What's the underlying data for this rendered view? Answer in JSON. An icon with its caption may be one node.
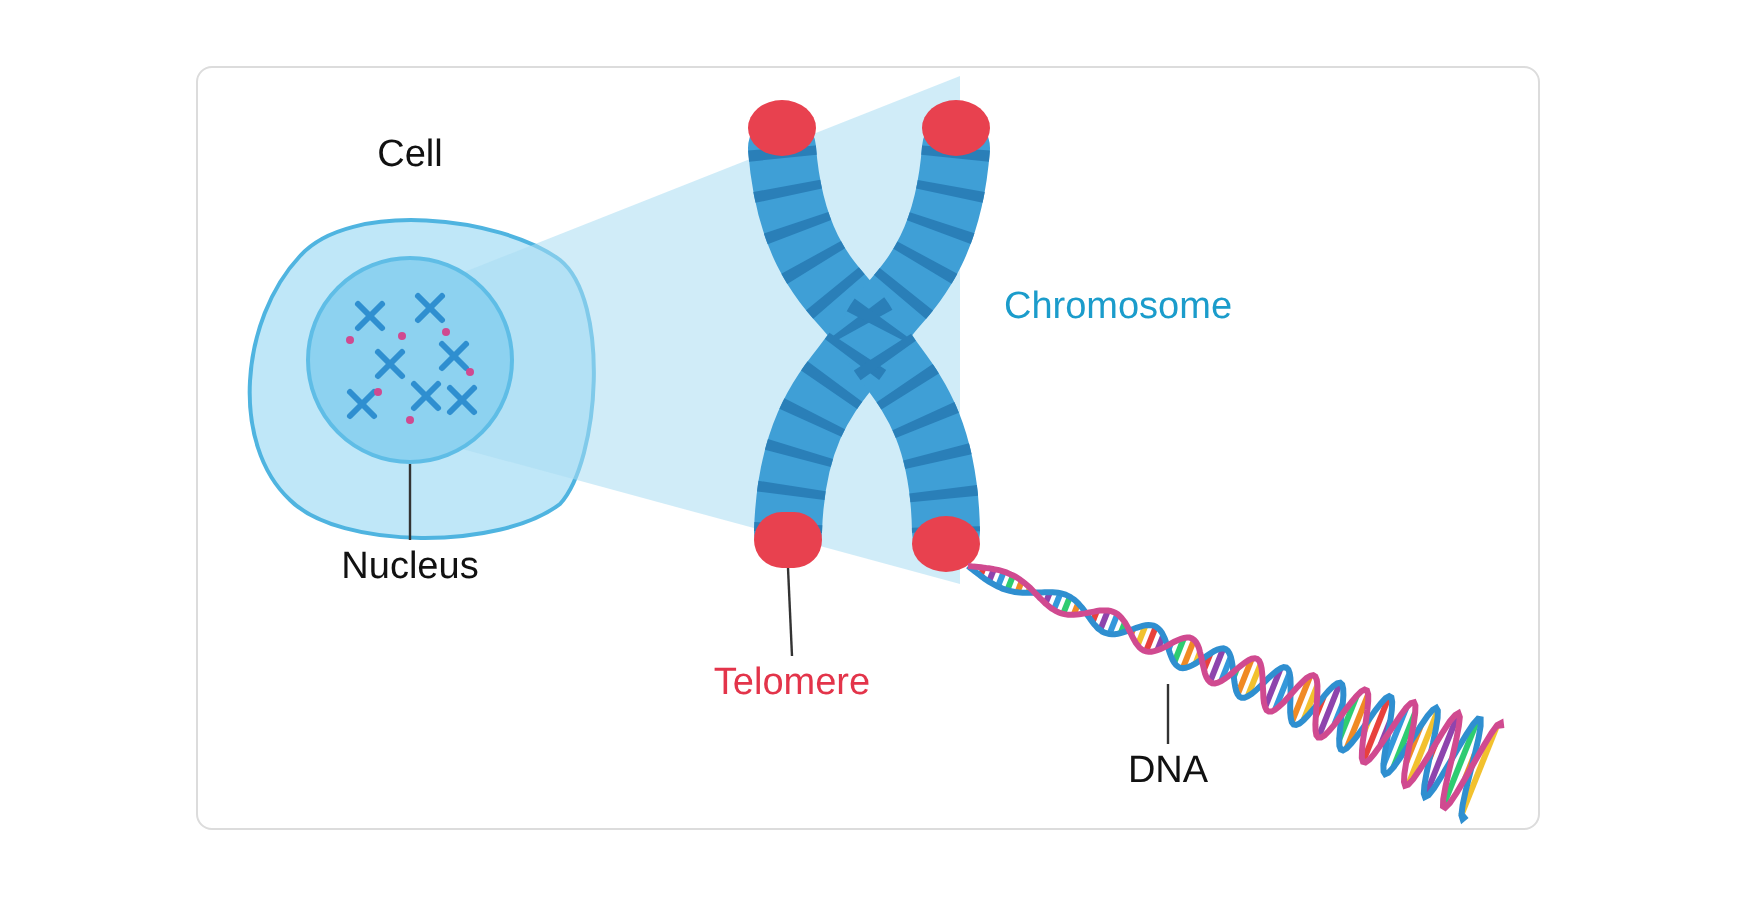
{
  "diagram": {
    "nodes": [
      {
        "text": [
          "Nucleus"
        ]
      },
      {
        "text": [],
        "shape": "circle"
      },
      {
        "text": [
          "Telomere"
        ]
      },
      {
        "text": [],
        "shape": "circle"
      },
      {
        "text": [
          "DNA"
        ]
      }
    ],
    "edges": [
      {
        "from": 0,
        "to": 1,
        "arrow": "none"
      },
      {
        "from": 2,
        "to": 3,
        "arrow": "none"
      },
      {
        "from": 4,
        "to": null,
        "arrow": "none"
      }
    ],
    "labels": [
      "Cell",
      "Chromosome"
    ]
  }
}
